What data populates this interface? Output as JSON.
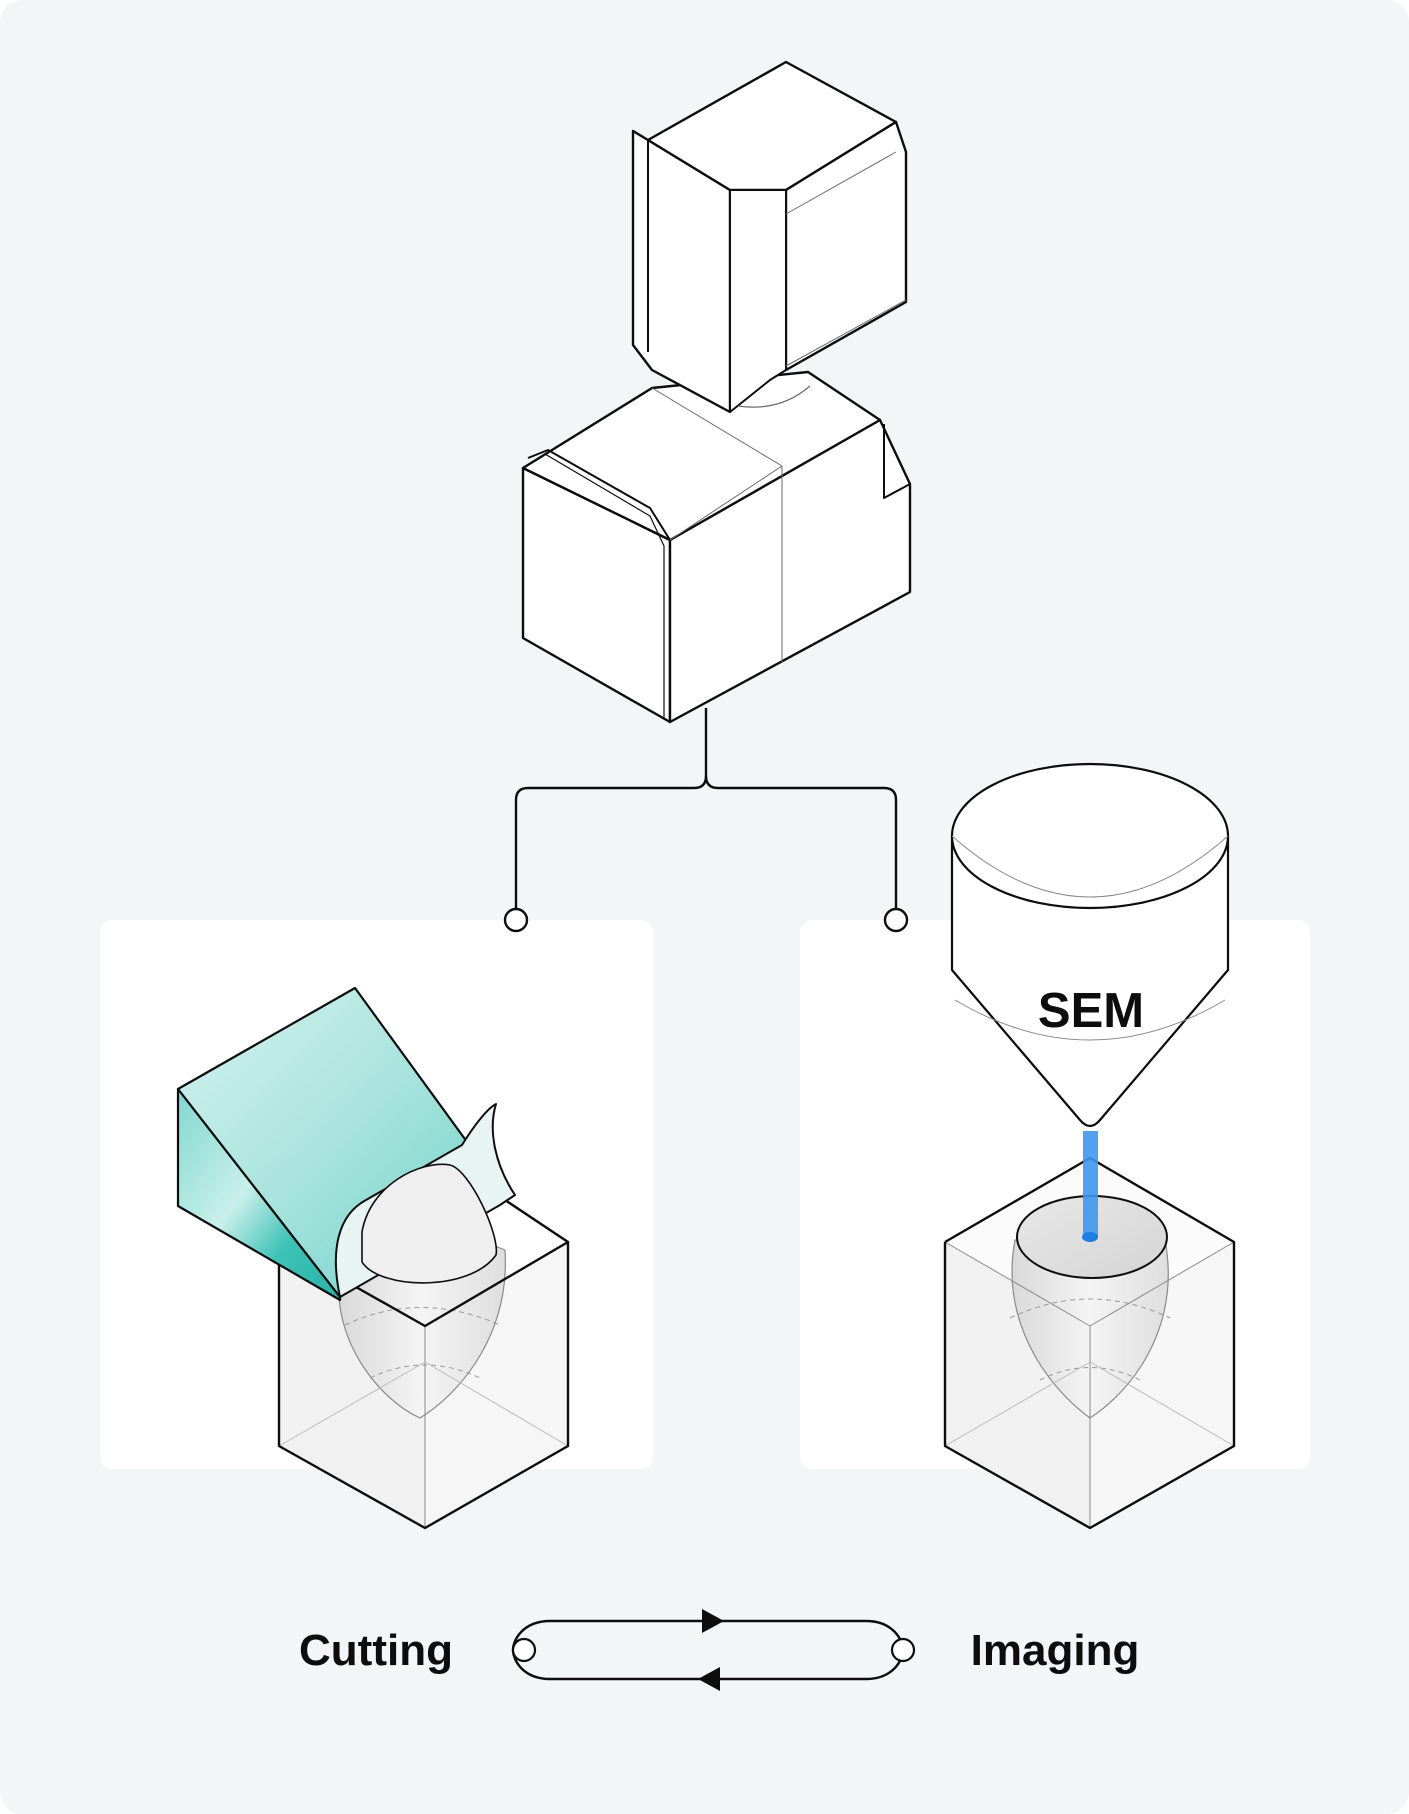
{
  "labels": {
    "sem": "SEM",
    "cutting": "Cutting",
    "imaging": "Imaging"
  },
  "colors": {
    "background": "#f4f5f7",
    "panel": "#ffffff",
    "stroke": "#0d0d0d",
    "thin_stroke": "#6b6b6b",
    "knife_light": "#bfe9e4",
    "knife_dark": "#3cc0b6",
    "beam": "#3d97ee",
    "beam_dot": "#1f7fe0"
  }
}
